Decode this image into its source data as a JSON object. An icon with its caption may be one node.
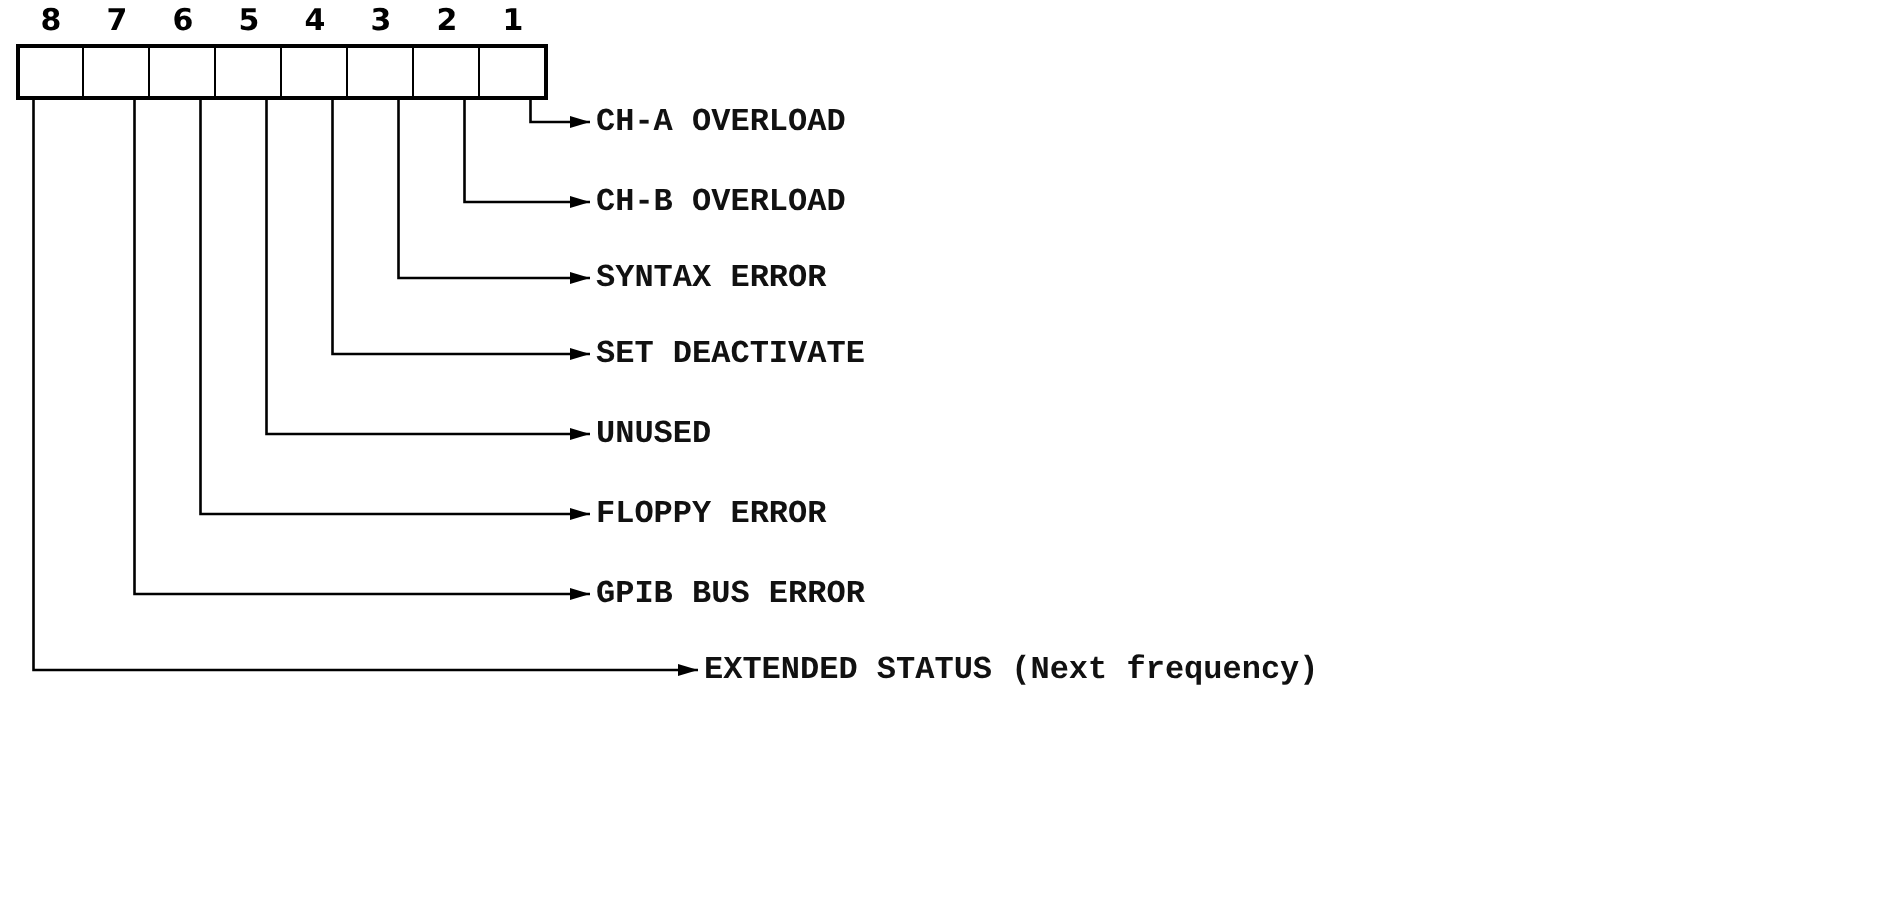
{
  "diagram": {
    "nodes": [
      {
        "text": [],
        "shape": "box",
        "beside": [
          "8"
        ]
      },
      {
        "text": [],
        "shape": "box",
        "beside": [
          "7"
        ]
      },
      {
        "text": [],
        "shape": "box",
        "beside": [
          "6"
        ]
      },
      {
        "text": [],
        "shape": "box",
        "beside": [
          "5"
        ]
      },
      {
        "text": [],
        "shape": "box",
        "beside": [
          "4"
        ]
      },
      {
        "text": [],
        "shape": "box",
        "beside": [
          "3"
        ]
      },
      {
        "text": [],
        "shape": "box",
        "beside": [
          "2"
        ]
      },
      {
        "text": [],
        "shape": "box",
        "beside": [
          "1"
        ]
      },
      {
        "text": [
          "CH-A OVERLOAD"
        ]
      },
      {
        "text": [
          "CH-B OVERLOAD"
        ]
      },
      {
        "text": [
          "SYNTAX ERROR"
        ]
      },
      {
        "text": [
          "SET DEACTIVATE"
        ]
      },
      {
        "text": [
          "UNUSED"
        ]
      },
      {
        "text": [
          "FLOPPY ERROR"
        ]
      },
      {
        "text": [
          "GPIB BUS ERROR"
        ]
      },
      {
        "text": [
          "EXTENDED STATUS (Next frequency)"
        ]
      }
    ],
    "edges": [
      {
        "from": 7,
        "to": 8,
        "arrow": "to"
      },
      {
        "from": 6,
        "to": 9,
        "arrow": "to"
      },
      {
        "from": 5,
        "to": 10,
        "arrow": "to"
      },
      {
        "from": 4,
        "to": 11,
        "arrow": "to"
      },
      {
        "from": 3,
        "to": 12,
        "arrow": "to"
      },
      {
        "from": 2,
        "to": 13,
        "arrow": "to"
      },
      {
        "from": 1,
        "to": 14,
        "arrow": "to"
      },
      {
        "from": 0,
        "to": 15,
        "arrow": "to"
      }
    ]
  }
}
